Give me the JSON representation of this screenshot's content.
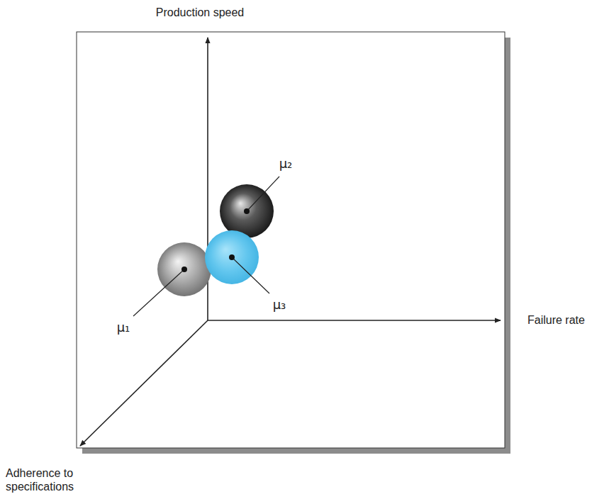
{
  "diagram": {
    "labels": [
      "Production speed",
      "μ₂",
      "μ₃",
      "Failure rate",
      "μ₁",
      "Adherence to specifications"
    ]
  }
}
